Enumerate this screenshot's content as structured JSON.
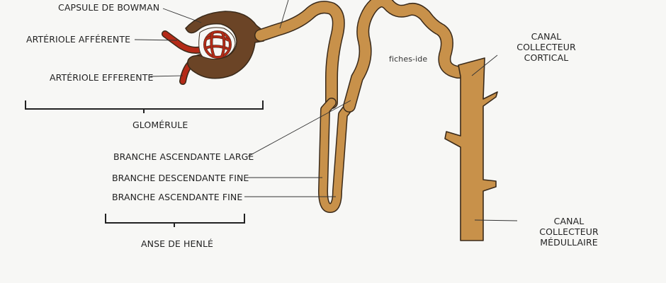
{
  "labels": {
    "capsule_bowman": "CAPSULE DE BOWMAN",
    "arteriole_afferente": "ARTÉRIOLE AFFÉRENTE",
    "arteriole_efferente": "ARTÉRIOLE EFFERENTE",
    "glomerule": "GLOMÉRULE",
    "branche_ascendante_large": "BRANCHE ASCENDANTE LARGE",
    "branche_descendante_fine": "BRANCHE DESCENDANTE FINE",
    "branche_ascendante_fine": "BRANCHE ASCENDANTE FINE",
    "anse_henle": "ANSE DE HENLÉ",
    "canal_collecteur_cortical": "CANAL COLLECTEUR\nCORTICAL",
    "canal_collecteur_medullaire": "CANAL COLLECTEUR\nMÉDULLAIRE"
  },
  "watermark": "fiches-ide",
  "colors": {
    "background": "#f7f7f5",
    "tubule": "#c8914a",
    "capsule": "#6b4426",
    "arteriole": "#b42a17",
    "outline": "#3a2a1a",
    "leader": "#333333"
  }
}
